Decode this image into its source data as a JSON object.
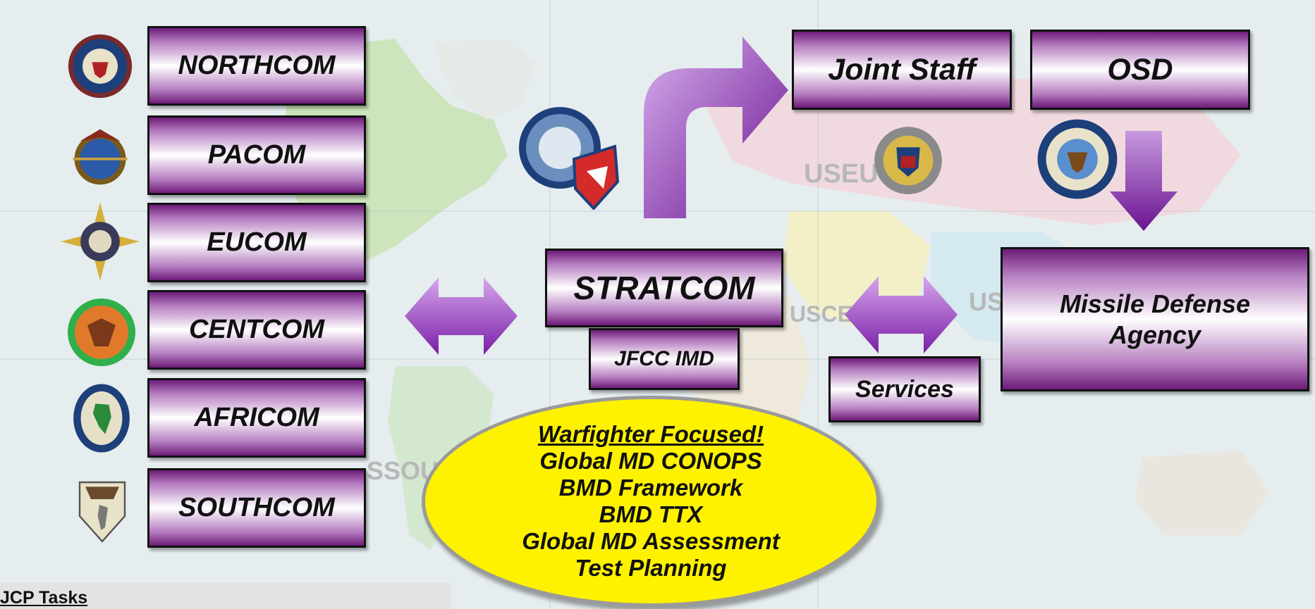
{
  "commands": [
    {
      "label": "NORTHCOM",
      "seal": "northcom-seal-icon"
    },
    {
      "label": "PACOM",
      "seal": "pacom-seal-icon"
    },
    {
      "label": "EUCOM",
      "seal": "eucom-seal-icon"
    },
    {
      "label": "CENTCOM",
      "seal": "centcom-seal-icon"
    },
    {
      "label": "AFRICOM",
      "seal": "africom-seal-icon"
    },
    {
      "label": "SOUTHCOM",
      "seal": "southcom-seal-icon"
    }
  ],
  "stratcom": {
    "label": "STRATCOM",
    "sub_label": "JFCC IMD",
    "seal": "stratcom-seal-icon"
  },
  "joint_staff": {
    "label": "Joint Staff",
    "seal": "joint-staff-seal-icon"
  },
  "osd": {
    "label": "OSD",
    "seal": "dod-seal-icon"
  },
  "mda": {
    "label_line1": "Missile Defense",
    "label_line2": "Agency"
  },
  "services": {
    "label": "Services"
  },
  "focus": {
    "headline": "Warfighter Focused!",
    "items": [
      "Global MD CONOPS",
      "BMD Framework",
      "BMD TTX",
      "Global MD Assessment",
      "Test Planning"
    ]
  },
  "map_labels": {
    "eucom": "USEU",
    "centcom": "USCENTCOM",
    "pacom": "US",
    "southcom": "SSOU"
  },
  "footer": {
    "label": "JCP Tasks"
  },
  "colors": {
    "accent_purple": "#8a2ba8",
    "box_dark": "#6d1b78",
    "ellipse_yellow": "#fff200"
  }
}
